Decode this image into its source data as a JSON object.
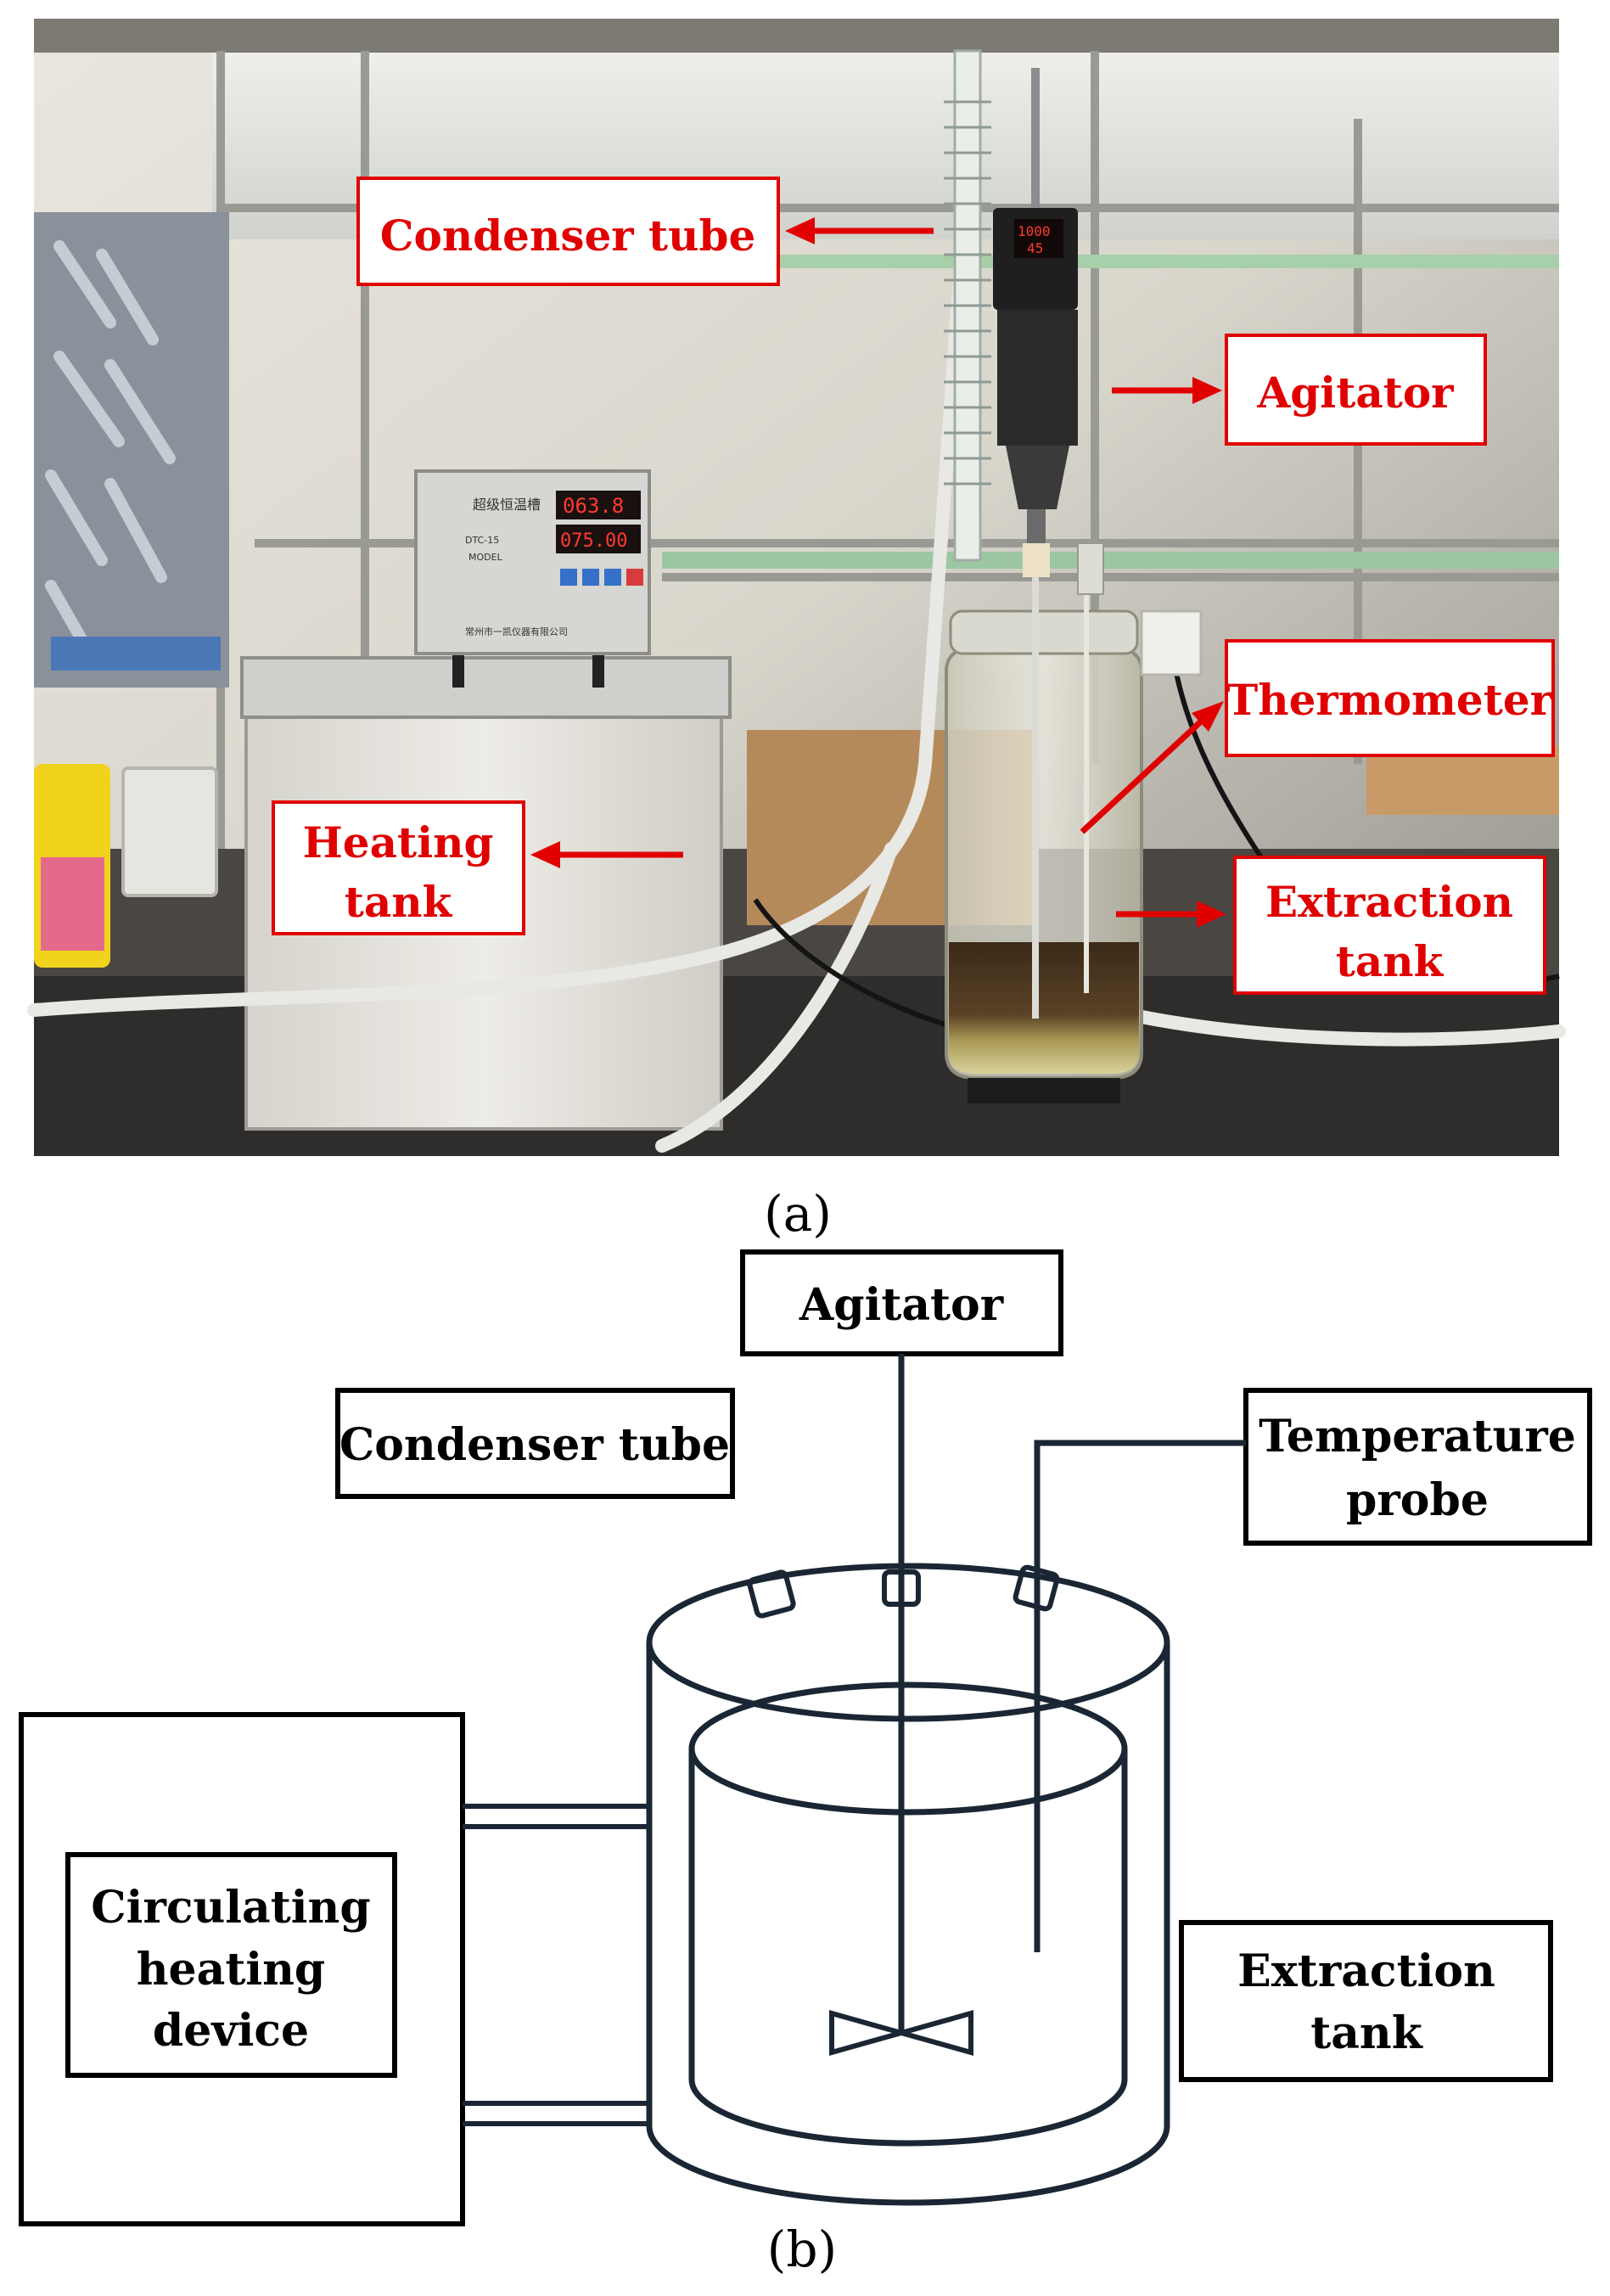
{
  "panel_a": {
    "caption": "(a)",
    "labels": {
      "condenser": "Condenser tube",
      "agitator": "Agitator",
      "thermometer": "Thermometer",
      "heating_line1": "Heating",
      "heating_line2": "tank",
      "extraction_line1": "Extraction",
      "extraction_line2": "tank"
    },
    "bath_panel": {
      "title": "超级恒温槽",
      "model_caption": "MODEL",
      "model_value": "DTC-15",
      "display_top": "063.8",
      "display_bottom": "075.00",
      "maker_plate": "常州市一凯仪器有限公司"
    },
    "agitator_display": {
      "top": "1000",
      "bottom": "45"
    },
    "accent_color": "#e00000"
  },
  "panel_b": {
    "caption": "(b)",
    "labels": {
      "agitator": "Agitator",
      "condenser": "Condenser tube",
      "temp_line1": "Temperature",
      "temp_line2": "probe",
      "heating_line1": "Circulating",
      "heating_line2": "heating",
      "heating_line3": "device",
      "extraction_line1": "Extraction",
      "extraction_line2": "tank"
    },
    "stroke_color": "#1a2633"
  }
}
